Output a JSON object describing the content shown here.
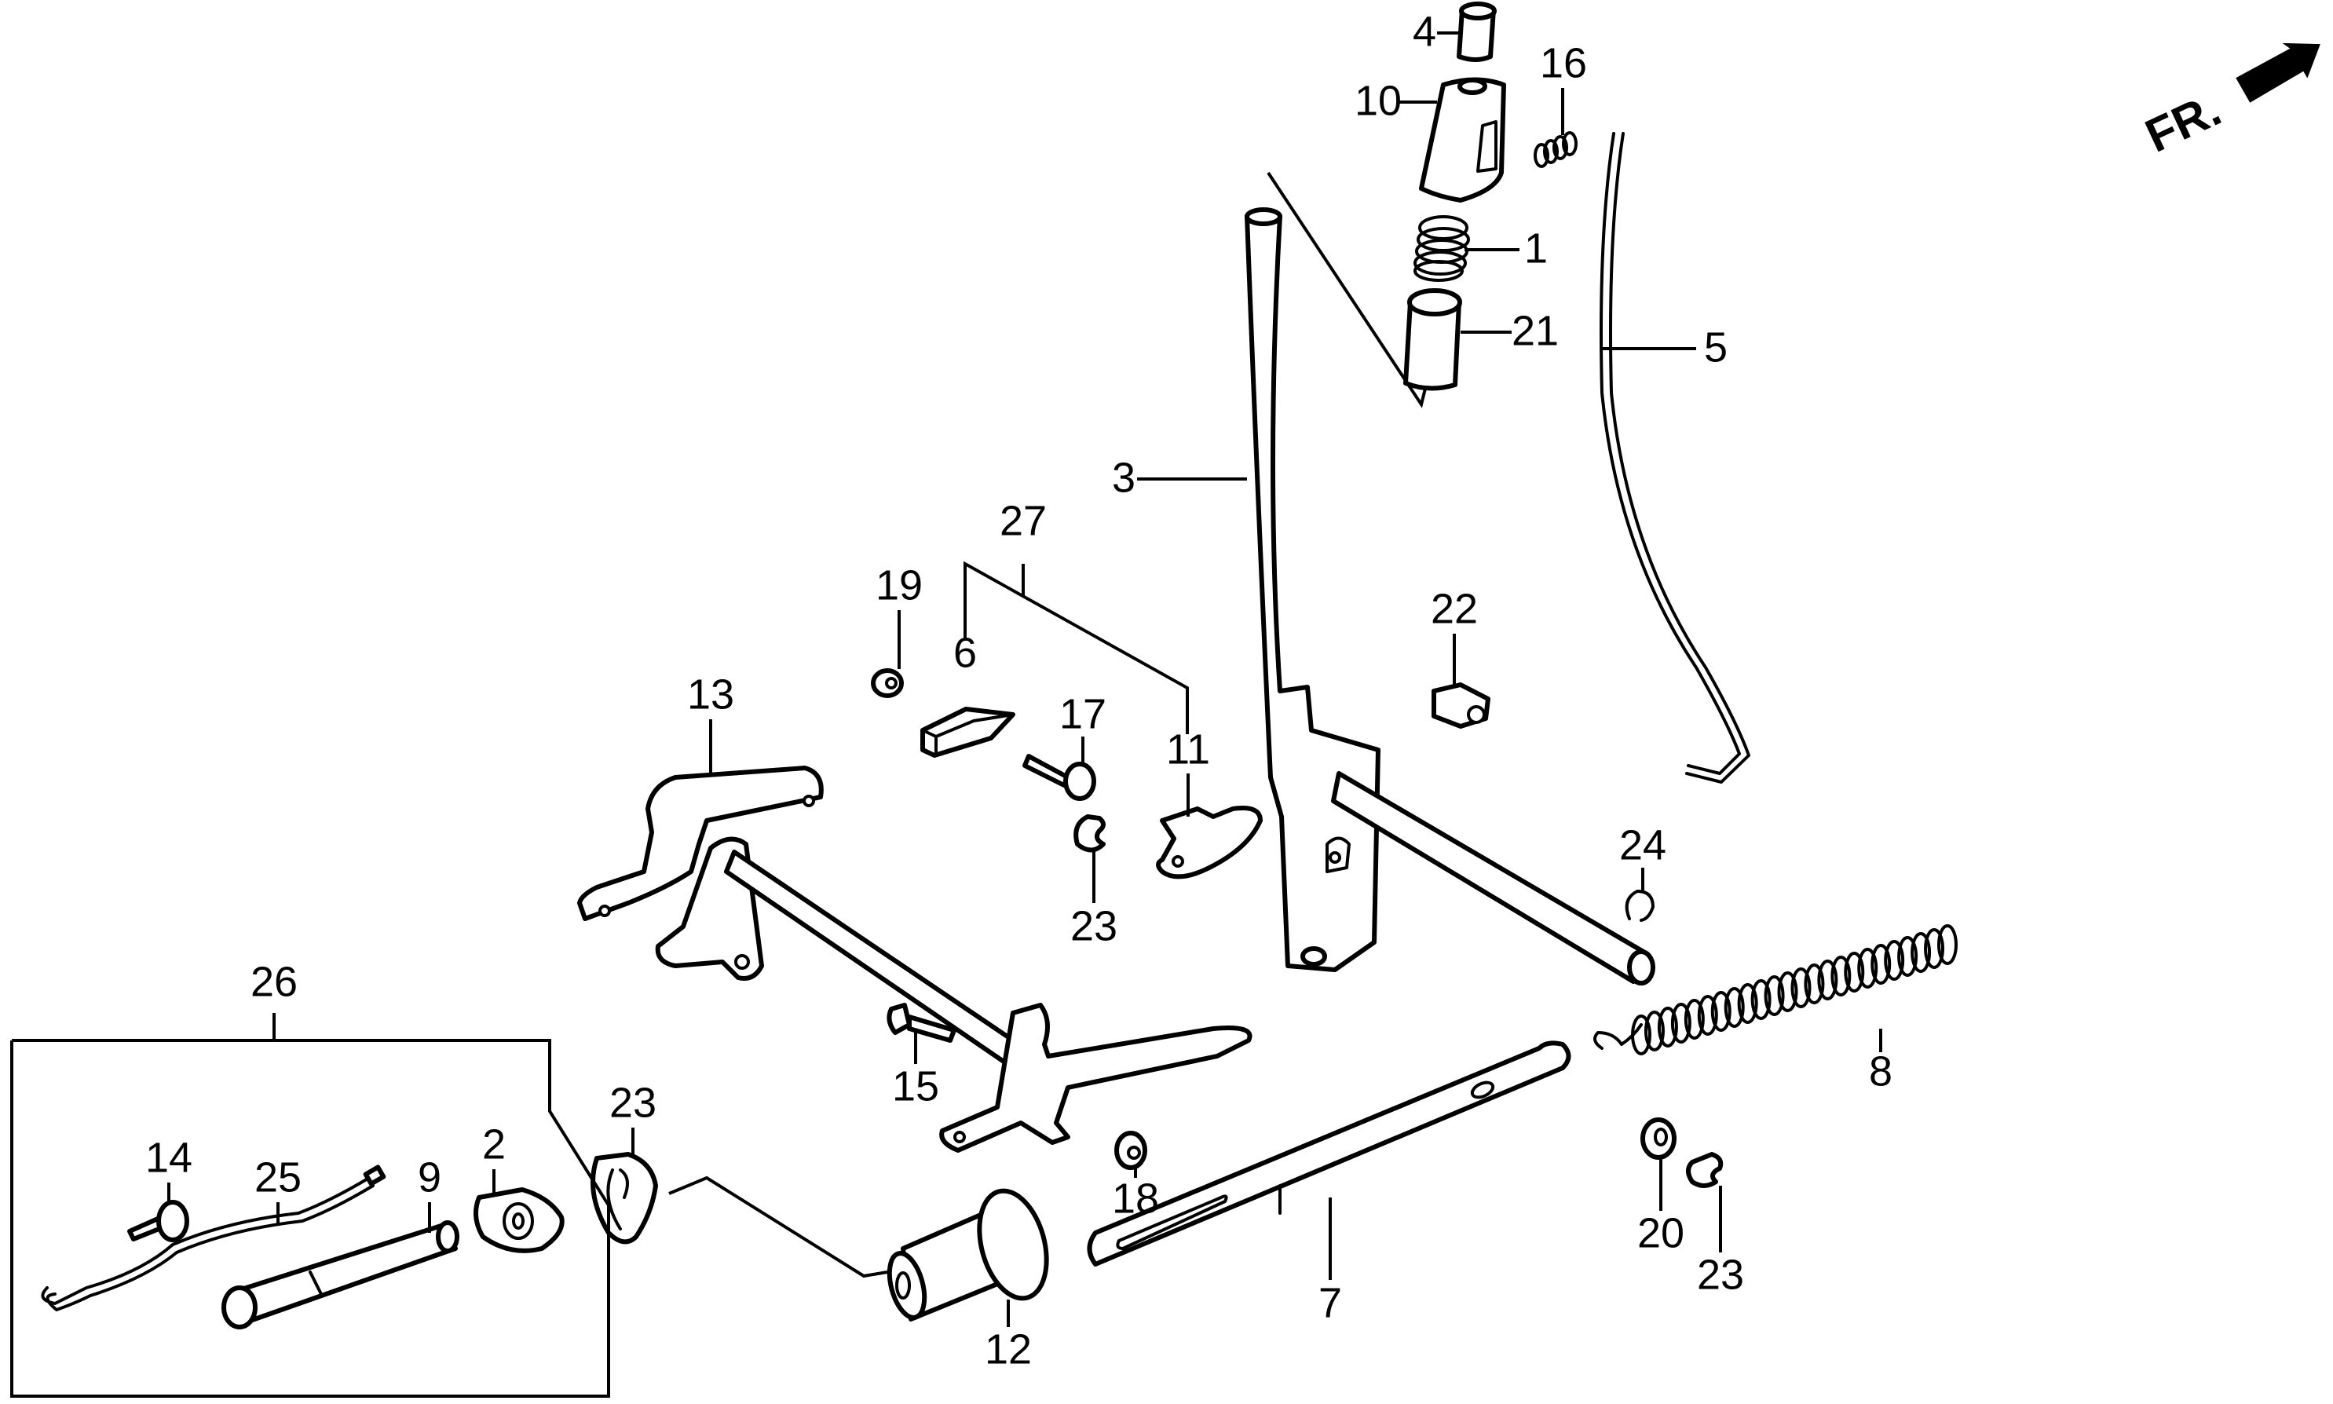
{
  "diagram": {
    "type": "exploded-parts-diagram",
    "direction_indicator": {
      "label": "FR.",
      "icon": "front-direction-arrow-icon"
    },
    "callouts": [
      {
        "number": "1",
        "part": "spring"
      },
      {
        "number": "2",
        "part": "flanged-plate"
      },
      {
        "number": "3",
        "part": "shift-lever"
      },
      {
        "number": "4",
        "part": "small-cap"
      },
      {
        "number": "5",
        "part": "rod"
      },
      {
        "number": "6",
        "part": "block"
      },
      {
        "number": "7",
        "part": "slotted-link-arm"
      },
      {
        "number": "8",
        "part": "tension-spring"
      },
      {
        "number": "9",
        "part": "pin-shaft"
      },
      {
        "number": "10",
        "part": "knob"
      },
      {
        "number": "11",
        "part": "plate-bracket"
      },
      {
        "number": "12",
        "part": "bushing"
      },
      {
        "number": "13",
        "part": "lever-shaft-assembly"
      },
      {
        "number": "14",
        "part": "screw-grommet"
      },
      {
        "number": "15",
        "part": "bolt"
      },
      {
        "number": "16",
        "part": "small-spring"
      },
      {
        "number": "17",
        "part": "bolt"
      },
      {
        "number": "18",
        "part": "nut"
      },
      {
        "number": "19",
        "part": "nut"
      },
      {
        "number": "20",
        "part": "washer"
      },
      {
        "number": "21",
        "part": "sleeve"
      },
      {
        "number": "22",
        "part": "block-collar"
      },
      {
        "number": "23",
        "part": "clip"
      },
      {
        "number": "24",
        "part": "snap-ring"
      },
      {
        "number": "25",
        "part": "wire-rod"
      },
      {
        "number": "26",
        "part": "kit-group"
      },
      {
        "number": "27",
        "part": "set-group"
      }
    ]
  }
}
